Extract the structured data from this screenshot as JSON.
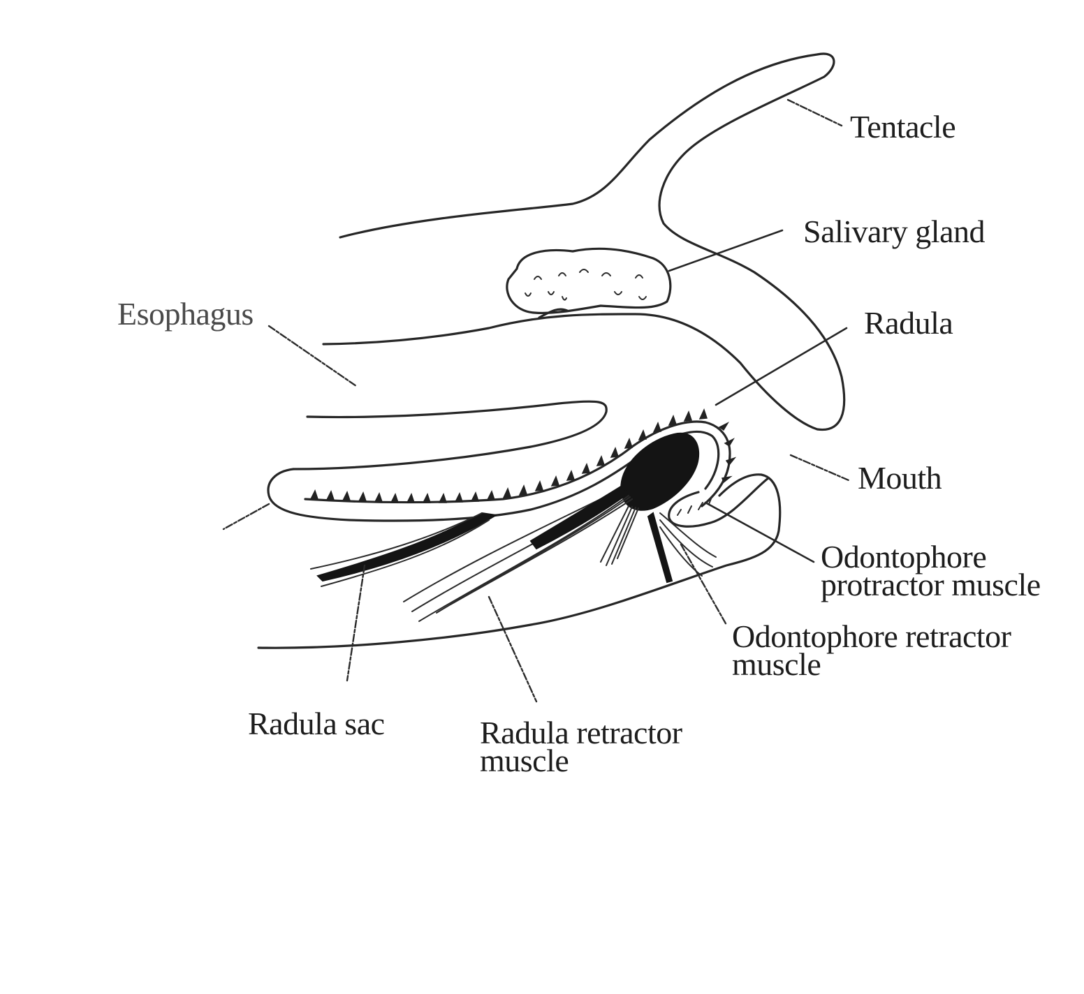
{
  "diagram": {
    "subject": "Mollusc buccal mass / radula apparatus (longitudinal section)",
    "labels": {
      "tentacle": "Tentacle",
      "salivary_gland": "Salivary gland",
      "esophagus": "Esophagus",
      "radula": "Radula",
      "mouth": "Mouth",
      "odontophore_protractor_line1": "Odontophore",
      "odontophore_protractor_line2": "protractor muscle",
      "odontophore_retractor_line1": "Odontophore retractor",
      "odontophore_retractor_line2": "muscle",
      "radula_sac": "Radula sac",
      "radula_retractor_line1": "Radula retractor",
      "radula_retractor_line2": "muscle"
    },
    "colors": {
      "ink": "#1d1d1d",
      "background": "#ffffff"
    }
  }
}
